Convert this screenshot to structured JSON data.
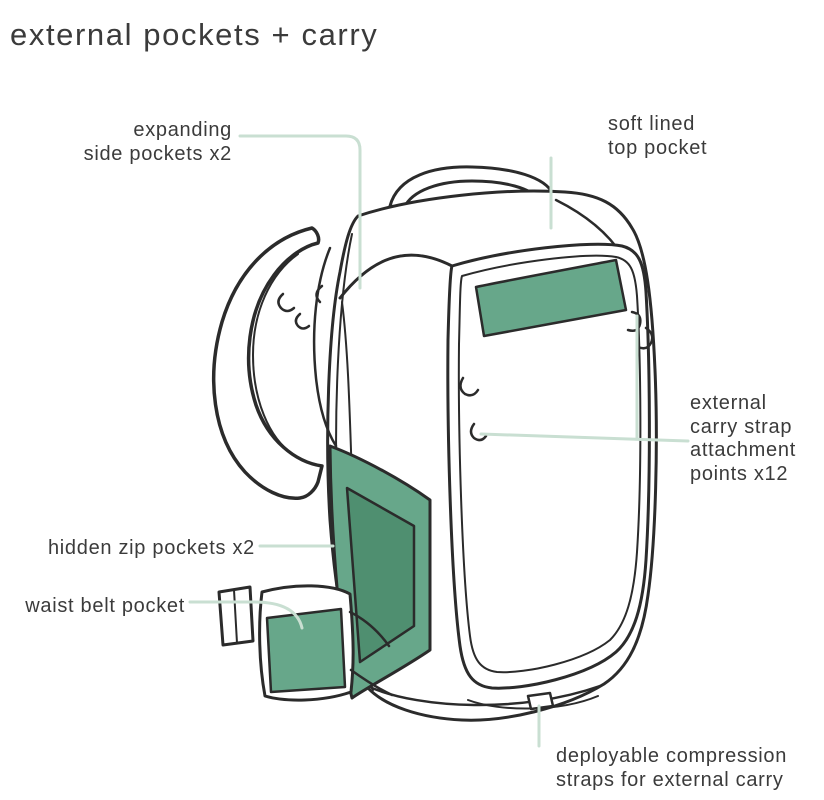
{
  "title": "external pockets + carry",
  "labels": {
    "expanding_side_pockets": "expanding\nside pockets x2",
    "soft_lined_top_pocket": "soft lined\ntop pocket",
    "external_carry_straps": "external\ncarry strap\nattachment\npoints x12",
    "hidden_zip_pockets": "hidden zip pockets x2",
    "waist_belt_pocket": "waist belt pocket",
    "deployable_compression": "deployable compression\nstraps for external carry"
  },
  "colors": {
    "outline": "#2b2b2b",
    "pocket_green": "#67a78a",
    "pocket_green_dark": "#4f8f70",
    "leader_line": "#c9dfd2",
    "text": "#3b3b3b",
    "background": "#ffffff"
  }
}
